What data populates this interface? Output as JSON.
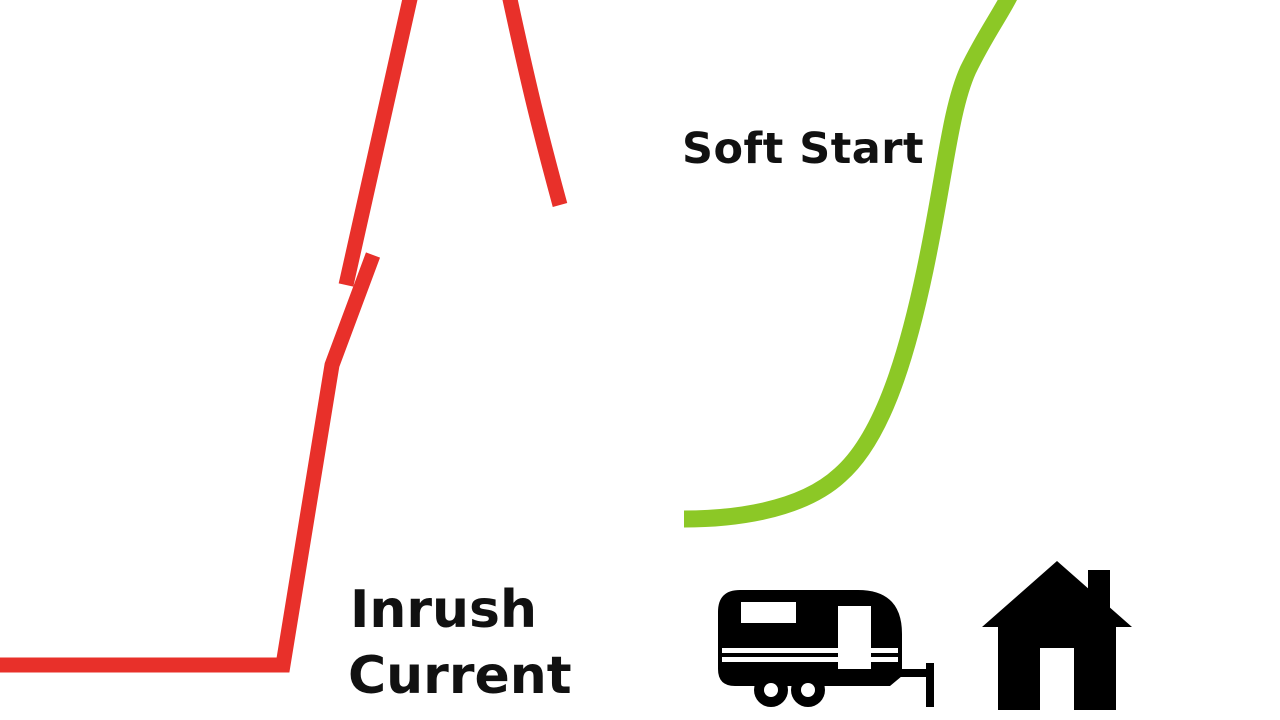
{
  "labels": {
    "soft_start": "Soft Start",
    "inrush_line1": "Inrush",
    "inrush_line2": "Current"
  },
  "colors": {
    "inrush_curve": "#e8302a",
    "soft_start_curve": "#8cc826",
    "icons": "#000000",
    "text": "#111111",
    "background": "#ffffff"
  },
  "icons": [
    "caravan-icon",
    "house-icon"
  ]
}
